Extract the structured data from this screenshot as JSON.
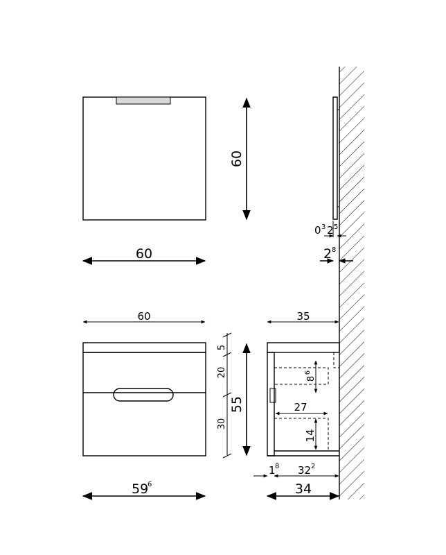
{
  "mirror": {
    "width": "60",
    "height": "60",
    "gap_small": "0",
    "gap_small_sup": "3",
    "gap_second": "2",
    "gap_second_sup": "5",
    "depth": "2",
    "depth_sup": "8"
  },
  "cabinet_front": {
    "top_width": "60",
    "bottom_width": "59",
    "bottom_width_sup": "6",
    "top_plate": "5",
    "upper_drawer": "20",
    "lower_drawer": "30",
    "total_height": "55"
  },
  "cabinet_side": {
    "top_depth": "35",
    "drawer_inner_height_upper": "8",
    "drawer_inner_height_upper_sup": "6",
    "drawer_depth": "27",
    "drawer_inner_height_lower": "14",
    "front_offset": "1",
    "front_offset_sup": "8",
    "body_depth": "32",
    "body_depth_sup": "2",
    "total_depth": "34"
  }
}
